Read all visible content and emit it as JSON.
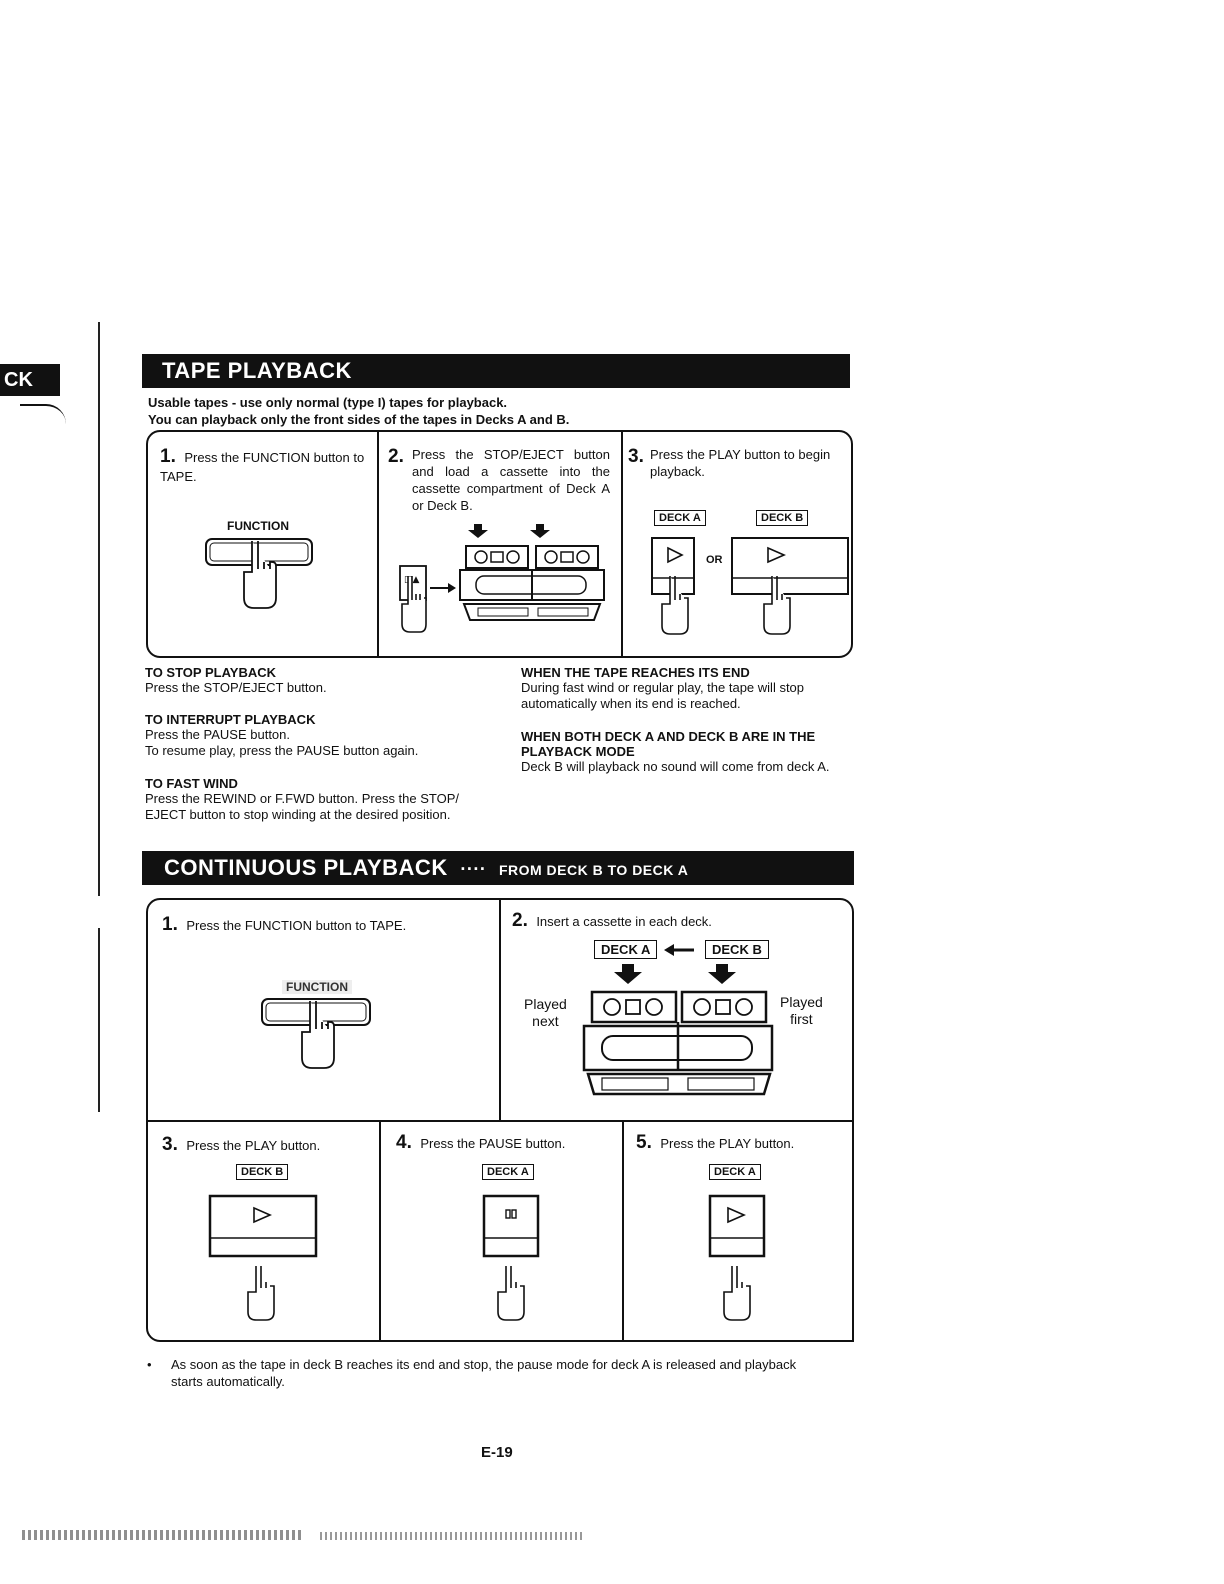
{
  "side_tab": {
    "label": "CK"
  },
  "tape_playback": {
    "title": "TAPE PLAYBACK",
    "notes": [
      "Usable tapes - use only normal (type I) tapes for playback.",
      "You can playback only the front sides of the tapes in Decks A and B."
    ],
    "steps": [
      {
        "num": "1.",
        "text": "Press the FUNCTION button to TAPE.",
        "button_label": "FUNCTION"
      },
      {
        "num": "2.",
        "text": "Press the STOP/EJECT button and load a cassette into the cassette compartment of Deck A or Deck B."
      },
      {
        "num": "3.",
        "text": "Press the PLAY button to begin playback.",
        "deck_a": "DECK A",
        "deck_b": "DECK B",
        "or": "OR"
      }
    ],
    "left_sections": [
      {
        "heading": "TO STOP PLAYBACK",
        "lines": [
          "Press the STOP/EJECT button."
        ]
      },
      {
        "heading": "TO INTERRUPT PLAYBACK",
        "lines": [
          "Press the  PAUSE button.",
          "To resume play, press the PAUSE button again."
        ]
      },
      {
        "heading": "TO FAST WIND",
        "lines": [
          "Press the REWIND or F.FWD button. Press the STOP/",
          "EJECT button to stop winding at the desired position."
        ]
      }
    ],
    "right_sections": [
      {
        "heading": "WHEN THE TAPE REACHES ITS END",
        "lines": [
          "During fast wind or regular play, the tape will stop",
          "automatically when its end is reached."
        ]
      },
      {
        "heading_lines": [
          "WHEN BOTH DECK A AND DECK B ARE IN THE",
          "PLAYBACK MODE"
        ],
        "lines": [
          "Deck B will playback no sound will come from deck A."
        ]
      }
    ]
  },
  "continuous_playback": {
    "title": "CONTINUOUS PLAYBACK",
    "title_dashes": "····",
    "subtitle": "FROM DECK B TO DECK A",
    "steps": [
      {
        "num": "1.",
        "text": "Press the FUNCTION button to TAPE.",
        "button_label": "FUNCTION"
      },
      {
        "num": "2.",
        "text": "Insert a cassette in each deck.",
        "deck_a": "DECK A",
        "deck_b": "DECK B",
        "played_next": [
          "Played",
          "next"
        ],
        "played_first": [
          "Played",
          "first"
        ]
      },
      {
        "num": "3.",
        "text": "Press the PLAY button.",
        "deck": "DECK B"
      },
      {
        "num": "4.",
        "text": "Press the PAUSE button.",
        "deck": "DECK A"
      },
      {
        "num": "5.",
        "text": "Press the PLAY button.",
        "deck": "DECK A"
      }
    ],
    "footnote_lines": [
      "As soon as the tape in deck B reaches its end and stop, the pause mode for deck A is released and playback",
      "starts automatically."
    ]
  },
  "page_number": "E-19",
  "colors": {
    "ink": "#111111",
    "paper": "#ffffff"
  }
}
